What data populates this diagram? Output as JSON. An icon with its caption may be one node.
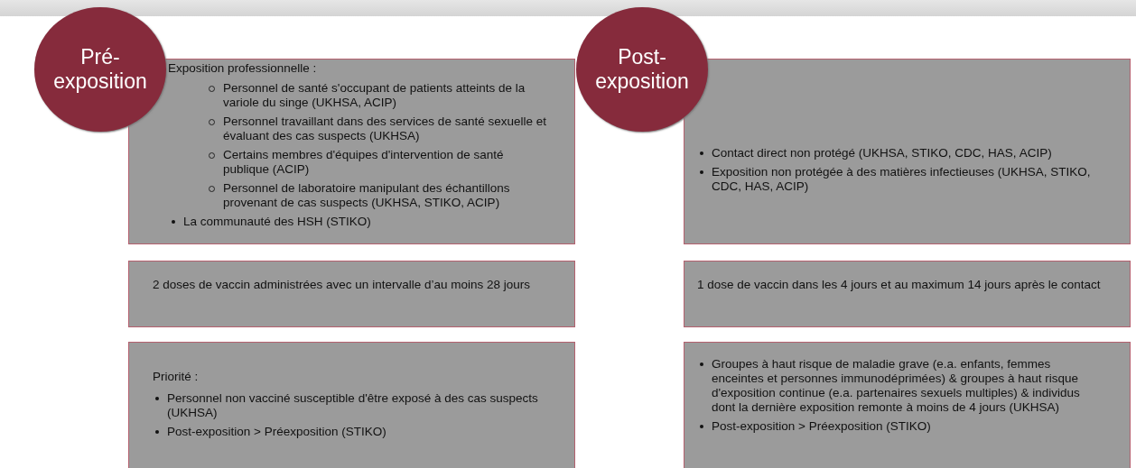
{
  "diagram": {
    "nodes": [
      {
        "text": [
          "Pré- exposition"
        ]
      },
      {
        "text": [
          "Exposition professionnelle :",
          "Personnel de santé s'occupant de patients atteints de la variole du singe (UKHSA, ACIP)",
          "Personnel travaillant dans des services de santé sexuelle et évaluant des cas suspects (UKHSA)",
          "Certains membres d'équipes d'intervention de santé publique (ACIP)",
          "Personnel de laboratoire manipulant des échantillons provenant de cas suspects (UKHSA, STIKO, ACIP)",
          "La communauté des HSH (STIKO)"
        ]
      },
      {
        "text": [
          "2 doses de vaccin administrées avec un intervalle d’au moins 28 jours"
        ]
      },
      {
        "text": [
          "Priorité :",
          "Personnel non vacciné susceptible d'être exposé à des cas suspects (UKHSA)",
          "Post-exposition > Préexposition (STIKO)"
        ]
      },
      {
        "text": [
          "Post- exposition"
        ]
      },
      {
        "text": [
          "Contact direct non protégé (UKHSA, STIKO, CDC, HAS, ACIP)",
          "Exposition non protégée à des matières infectieuses (UKHSA, STIKO, CDC, HAS, ACIP)"
        ]
      },
      {
        "text": [
          "1 dose de vaccin dans les 4 jours et au maximum 14 jours après le contact"
        ]
      },
      {
        "text": [
          "Groupes à haut risque de maladie grave  (e.a. enfants, femmes enceintes et personnes immunodéprimées) & groupes à haut risque d'exposition continue (e.a. partenaires sexuels multiples) & individus dont la dernière exposition remonte à moins de 4 jours (UKHSA)",
          "Post-exposition > Préexposition (STIKO)"
        ]
      }
    ],
    "edges": []
  }
}
